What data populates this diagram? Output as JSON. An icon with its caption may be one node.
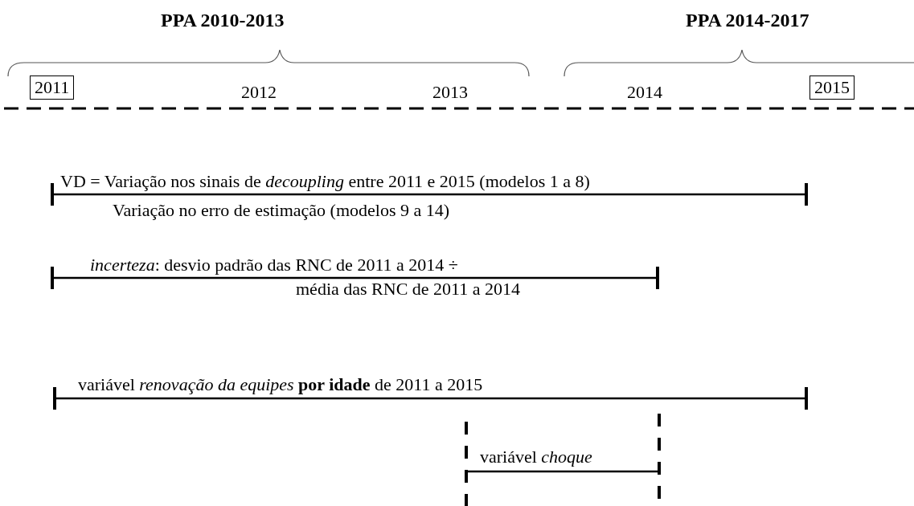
{
  "diagram": {
    "nodes": [
      {
        "text": [
          "2011"
        ]
      },
      {
        "text": [
          "2015"
        ]
      }
    ],
    "labels": [
      "PPA 2010-2013",
      "PPA 2014-2017",
      "2012",
      "2013",
      "2014",
      "VD = Variação nos sinais de *decoupling* entre 2011 e 2015 (modelos 1 a 8)",
      "Variação no erro de estimação (modelos  9 a 14)",
      "*incerteza*: desvio padrão das RNC de 2011 a 2014 ÷",
      "média das RNC de 2011 a 2014",
      "variável *renovação da equipes* **por idade** de 2011 a 2015",
      "variável *choque*"
    ]
  }
}
